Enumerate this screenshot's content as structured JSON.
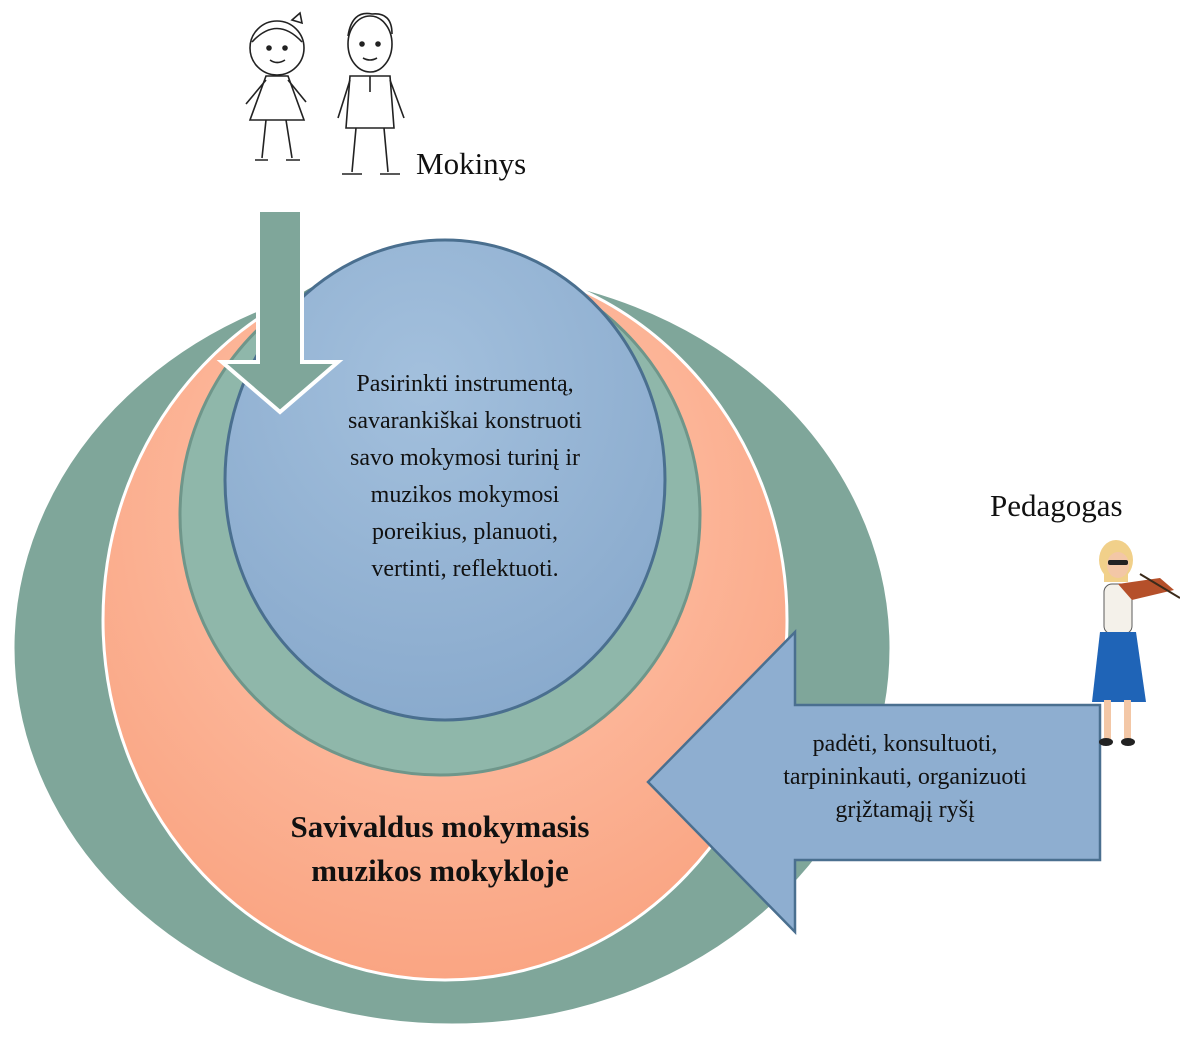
{
  "student": {
    "label": "Mokinys",
    "icon": "children-drawing-icon"
  },
  "teacher": {
    "label": "Pedagogas",
    "icon": "violinist-icon"
  },
  "inner_circle": {
    "lines": [
      "Pasirinkti instrumentą,",
      "savarankiškai konstruoti",
      "savo mokymosi turinį ir",
      "muzikos mokymosi",
      "poreikius, planuoti,",
      "vertinti, reflektuoti."
    ]
  },
  "teacher_arrow": {
    "lines": [
      "padėti, konsultuoti,",
      "tarpininkauti, organizuoti",
      "grįžtamąjį ryšį"
    ]
  },
  "center": {
    "lines": [
      "Savivaldus mokymasis",
      "muzikos mokykloje"
    ]
  },
  "colors": {
    "outer_ring": "#7fa69a",
    "salmon": "#f9a789",
    "inner_ring": "#8fb7aa",
    "inner_circle": "#93b3d3",
    "arrow": "#7fa69a",
    "teacher_arrow": "#8eaed0",
    "outline": "#4a6f8f"
  }
}
